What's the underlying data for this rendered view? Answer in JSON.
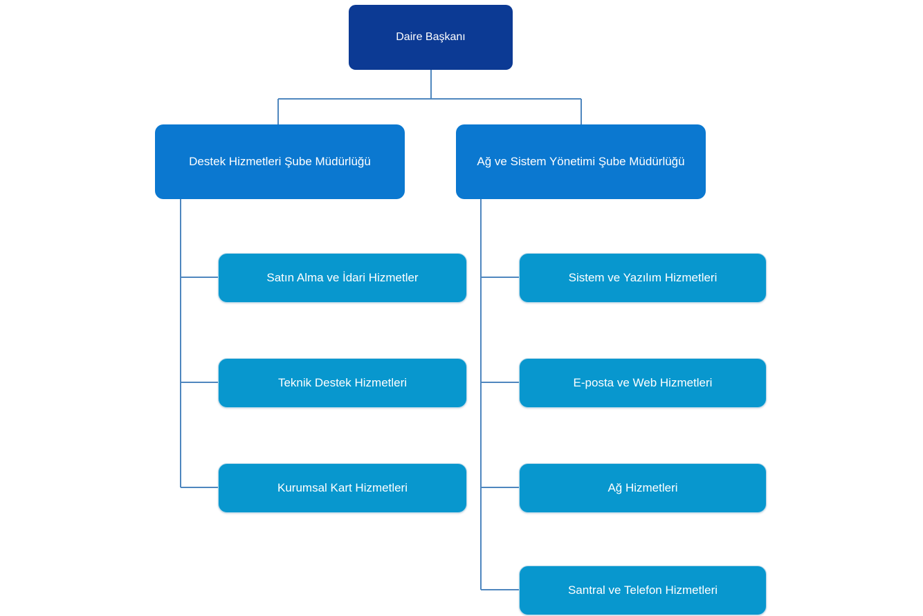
{
  "chart_title": "",
  "colors": {
    "root": "#0c3a94",
    "branch": "#0b78d0",
    "leaf": "#0897ce",
    "connector": "#4e86be",
    "leaf_border": "#b9d9ea",
    "text": "#ffffff",
    "background": "#ffffff"
  },
  "root": {
    "label": "Daire Başkanı"
  },
  "branches": [
    {
      "label": "Destek Hizmetleri Şube Müdürlüğü",
      "children": [
        {
          "label": "Satın Alma ve İdari Hizmetler"
        },
        {
          "label": "Teknik Destek Hizmetleri"
        },
        {
          "label": "Kurumsal Kart Hizmetleri"
        }
      ]
    },
    {
      "label": "Ağ ve Sistem Yönetimi Şube Müdürlüğü",
      "children": [
        {
          "label": "Sistem ve Yazılım Hizmetleri"
        },
        {
          "label": "E-posta ve Web Hizmetleri"
        },
        {
          "label": "Ağ Hizmetleri"
        },
        {
          "label": "Santral ve Telefon Hizmetleri"
        }
      ]
    }
  ]
}
